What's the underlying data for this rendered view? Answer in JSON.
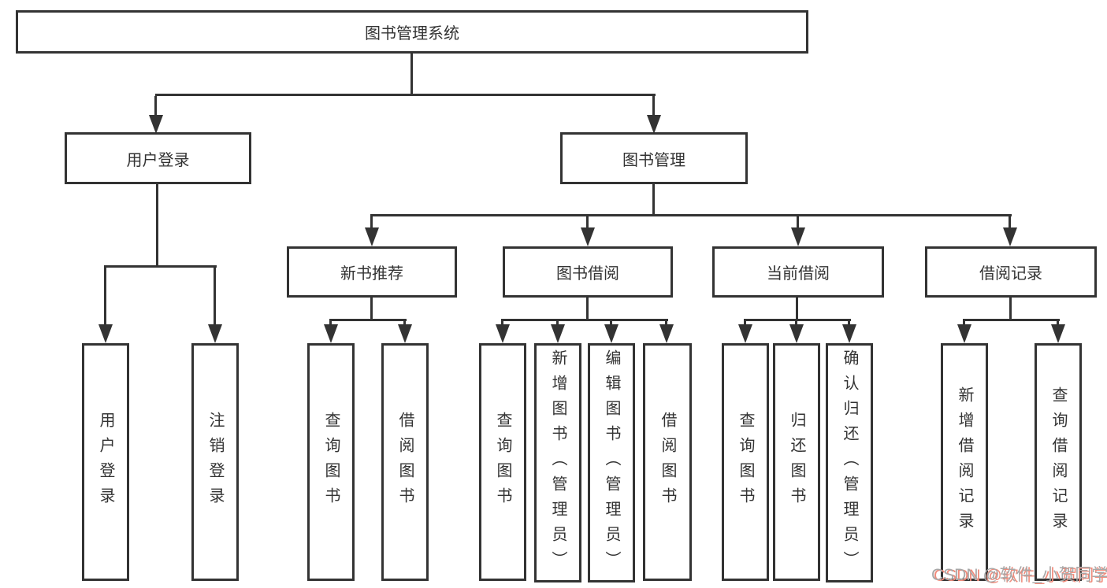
{
  "diagram": {
    "root": {
      "label": "图书管理系统"
    },
    "branches": [
      {
        "label": "用户登录",
        "leaves": [
          {
            "label": "用户登录"
          },
          {
            "label": "注销登录"
          }
        ]
      },
      {
        "label": "图书管理",
        "groups": [
          {
            "label": "新书推荐",
            "leaves": [
              {
                "label": "查询图书"
              },
              {
                "label": "借阅图书"
              }
            ]
          },
          {
            "label": "图书借阅",
            "leaves": [
              {
                "label": "查询图书"
              },
              {
                "label": "新增图书（管理员）"
              },
              {
                "label": "编辑图书（管理员）"
              },
              {
                "label": "借阅图书"
              }
            ]
          },
          {
            "label": "当前借阅",
            "leaves": [
              {
                "label": "查询图书"
              },
              {
                "label": "归还图书"
              },
              {
                "label": "确认归还（管理员）"
              }
            ]
          },
          {
            "label": "借阅记录",
            "leaves": [
              {
                "label": "新增借阅记录"
              },
              {
                "label": "查询借阅记录"
              }
            ]
          }
        ]
      }
    ],
    "watermark": {
      "text": "CSDN @软件_小贺同学"
    },
    "colors": {
      "line": "#333333",
      "text": "#333333",
      "background": "#ffffff",
      "watermark_gray": "#a8a8a8",
      "watermark_red": "#f08a7a"
    }
  }
}
